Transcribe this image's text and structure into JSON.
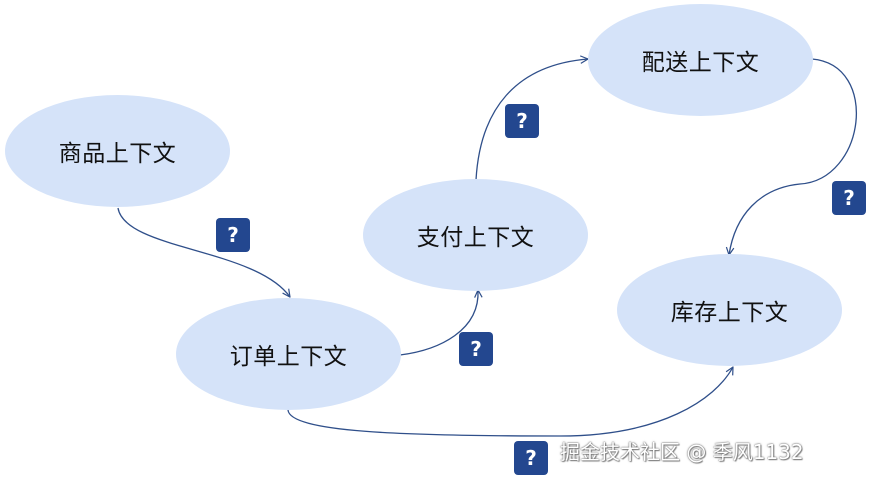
{
  "nodes": {
    "product": "商品上下文",
    "order": "订单上下文",
    "payment": "支付上下文",
    "delivery": "配送上下文",
    "inventory": "库存上下文"
  },
  "relations": {
    "product_to_order": "?",
    "order_to_payment": "?",
    "payment_to_delivery": "?",
    "delivery_to_inventory": "?",
    "order_to_inventory": "?"
  },
  "watermark": "掘金技术社区 @ 季风1132",
  "colors": {
    "node_fill": "#d5e3f9",
    "badge_fill": "#23478f",
    "edge": "#2f4f8a"
  }
}
